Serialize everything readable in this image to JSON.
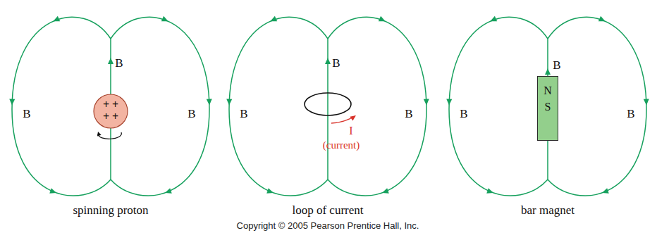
{
  "diagram": {
    "nodes": [
      {
        "text": [
          "+ +",
          "+ +"
        ]
      },
      {
        "text": [
          "N",
          "S"
        ]
      }
    ],
    "labels": [
      "B",
      "B",
      "B",
      "B",
      "B",
      "B",
      "I",
      "(current)",
      "B",
      "B",
      "B",
      "spinning proton",
      "loop of current",
      "bar magnet",
      "Copyright © 2005 Pearson Prentice Hall, Inc."
    ]
  }
}
